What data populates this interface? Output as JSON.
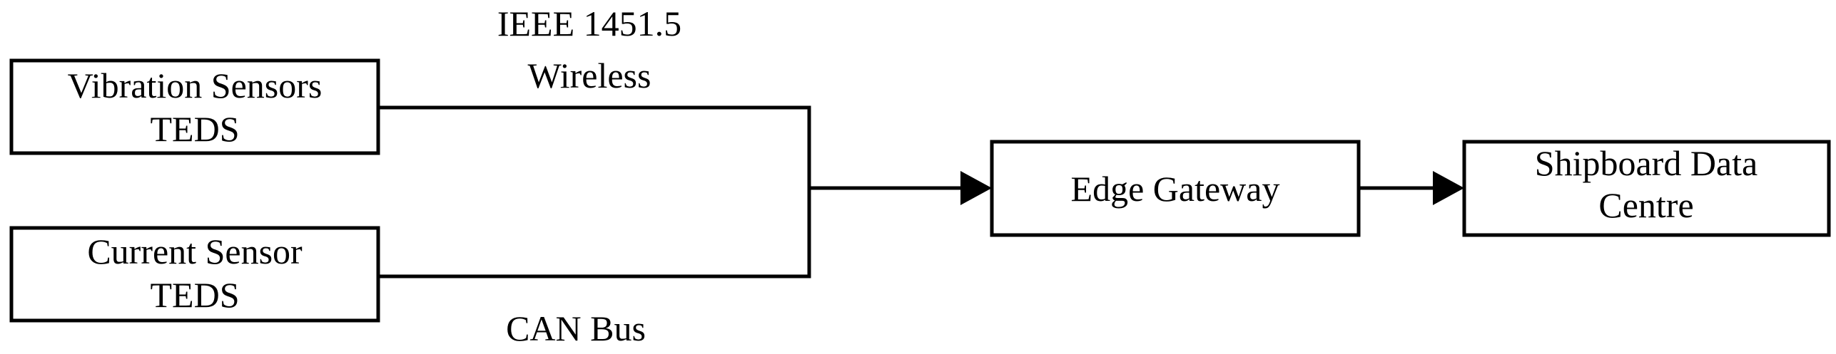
{
  "nodes": {
    "vibration_sensors": {
      "line1": "Vibration Sensors",
      "line2": "TEDS"
    },
    "current_sensor": {
      "line1": "Current Sensor",
      "line2": "TEDS"
    },
    "edge_gateway": {
      "label": "Edge Gateway"
    },
    "shipboard_data_centre": {
      "line1": "Shipboard Data",
      "line2": "Centre"
    }
  },
  "links": {
    "wireless": {
      "line1": "IEEE 1451.5",
      "line2": "Wireless"
    },
    "can_bus": {
      "label": "CAN Bus"
    }
  },
  "colors": {
    "stroke": "#000000",
    "background": "#ffffff"
  }
}
